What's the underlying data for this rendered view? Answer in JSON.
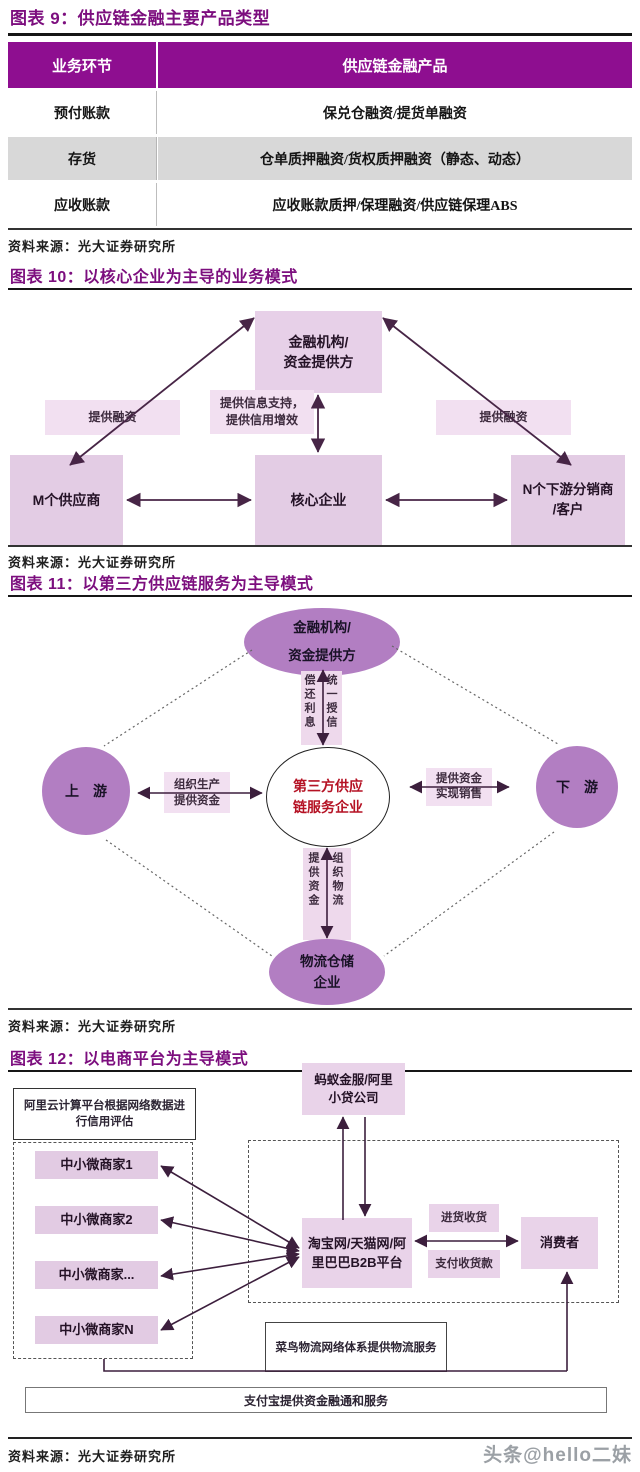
{
  "colors": {
    "header_purple": "#8e0e90",
    "title_purple": "#7c0e7e",
    "node_purple": "#b27ec2",
    "box_pink": "#e3cce4",
    "label_pink": "#f2e0f1",
    "center_red": "#b51224",
    "row_gray": "#d8d8d8"
  },
  "figure9": {
    "title": "图表 9：供应链金融主要产品类型",
    "table": {
      "headers": [
        "业务环节",
        "供应链金融产品"
      ],
      "rows": [
        [
          "预付账款",
          "保兑仓融资/提货单融资"
        ],
        [
          "存货",
          "仓单质押融资/货权质押融资（静态、动态）"
        ],
        [
          "应收账款",
          "应收账款质押/保理融资/供应链保理ABS"
        ]
      ]
    },
    "source": "资料来源：光大证券研究所"
  },
  "figure10": {
    "title": "图表 10：以核心企业为主导的业务模式",
    "bank_l1": "金融机构/",
    "bank_l2": "资金提供方",
    "label_left": "提供融资",
    "label_right": "提供融资",
    "mid_l1": "提供信息支持，",
    "mid_l2": "提供信用增效",
    "supplier": "M个供应商",
    "core": "核心企业",
    "dist_l1": "N个下游分销商",
    "dist_l2": "/客户",
    "source": "资料来源：光大证券研究所"
  },
  "figure11": {
    "title": "图表 11：以第三方供应链服务为主导模式",
    "bank_l1": "金融机构/",
    "bank_l2": "资金提供方",
    "repay": "偿还利息",
    "credit": "统一授信",
    "upstream": "上　游",
    "downstream": "下　游",
    "center_l1": "第三方供应",
    "center_l2": "链服务企业",
    "left_l1": "组织生产",
    "left_l2": "提供资金",
    "right_l1": "提供资金",
    "right_l2": "实现销售",
    "fund": "提供资金",
    "logistics": "组织物流",
    "wh_l1": "物流仓储",
    "wh_l2": "企业",
    "source": "资料来源：光大证券研究所"
  },
  "figure12": {
    "title": "图表 12：以电商平台为主导模式",
    "ant_l1": "蚂蚁金服/阿里",
    "ant_l2": "小贷公司",
    "cloud_l1": "阿里云计算平台根据网络数据进",
    "cloud_l2": "行信用评估",
    "merchants": [
      "中小微商家1",
      "中小微商家2",
      "中小微商家...",
      "中小微商家N"
    ],
    "platform_l1": "淘宝网/天猫网/阿",
    "platform_l2": "里巴巴B2B平台",
    "purchase": "进货收货",
    "pay": "支付收货款",
    "consumer": "消费者",
    "cainiao": "菜鸟物流网络体系提供物流服务",
    "alipay": "支付宝提供资金融通和服务",
    "source": "资料来源：光大证券研究所"
  },
  "watermark": "头条@hello二妹"
}
